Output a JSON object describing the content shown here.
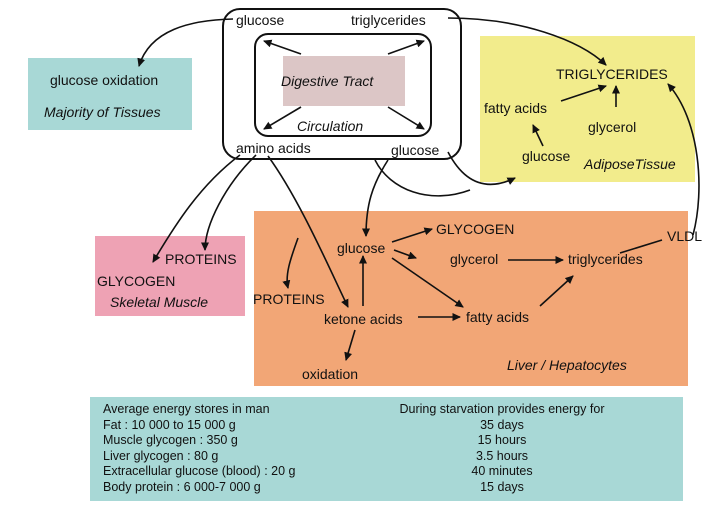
{
  "circulation": {
    "glucose_top": "glucose",
    "triglycerides_top": "triglycerides",
    "digestive_tract": "Digestive Tract",
    "circulation_label": "Circulation",
    "amino_acids": "amino acids",
    "glucose_bottom": "glucose"
  },
  "majority_tissues": {
    "glucose_oxidation": "glucose oxidation",
    "title": "Majority of Tissues"
  },
  "adipose": {
    "triglycerides": "TRIGLYCERIDES",
    "fatty_acids": "fatty acids",
    "glycerol": "glycerol",
    "glucose": "glucose",
    "title": "AdiposeTissue"
  },
  "skeletal_muscle": {
    "proteins": "PROTEINS",
    "glycogen": "GLYCOGEN",
    "title": "Skeletal Muscle"
  },
  "liver": {
    "glycogen": "GLYCOGEN",
    "glucose": "glucose",
    "glycerol": "glycerol",
    "triglycerides": "triglycerides",
    "proteins": "PROTEINS",
    "ketone_acids": "ketone acids",
    "fatty_acids": "fatty acids",
    "oxidation": "oxidation",
    "title": "Liver / Hepatocytes",
    "vldl": "VLDL"
  },
  "energy_table": {
    "left_header": "Average energy stores in man",
    "right_header": "During starvation provides energy for",
    "rows": [
      {
        "store": "Fat : 10 000 to 15 000 g",
        "duration": "35 days"
      },
      {
        "store": "Muscle glycogen : 350 g",
        "duration": "15 hours"
      },
      {
        "store": "Liver glycogen : 80 g",
        "duration": "3.5 hours"
      },
      {
        "store": "Extracellular glucose (blood) : 20 g",
        "duration": "40 minutes"
      },
      {
        "store": "Body protein : 6 000-7 000 g",
        "duration": "15 days"
      }
    ]
  },
  "colors": {
    "majority_tissues_bg": "#a8d8d6",
    "adipose_bg": "#f2ec8c",
    "skeletal_muscle_bg": "#eea2b4",
    "liver_bg": "#f2a676",
    "digestive_bg": "#dcc6c6",
    "energy_table_bg": "#a8d8d6"
  }
}
